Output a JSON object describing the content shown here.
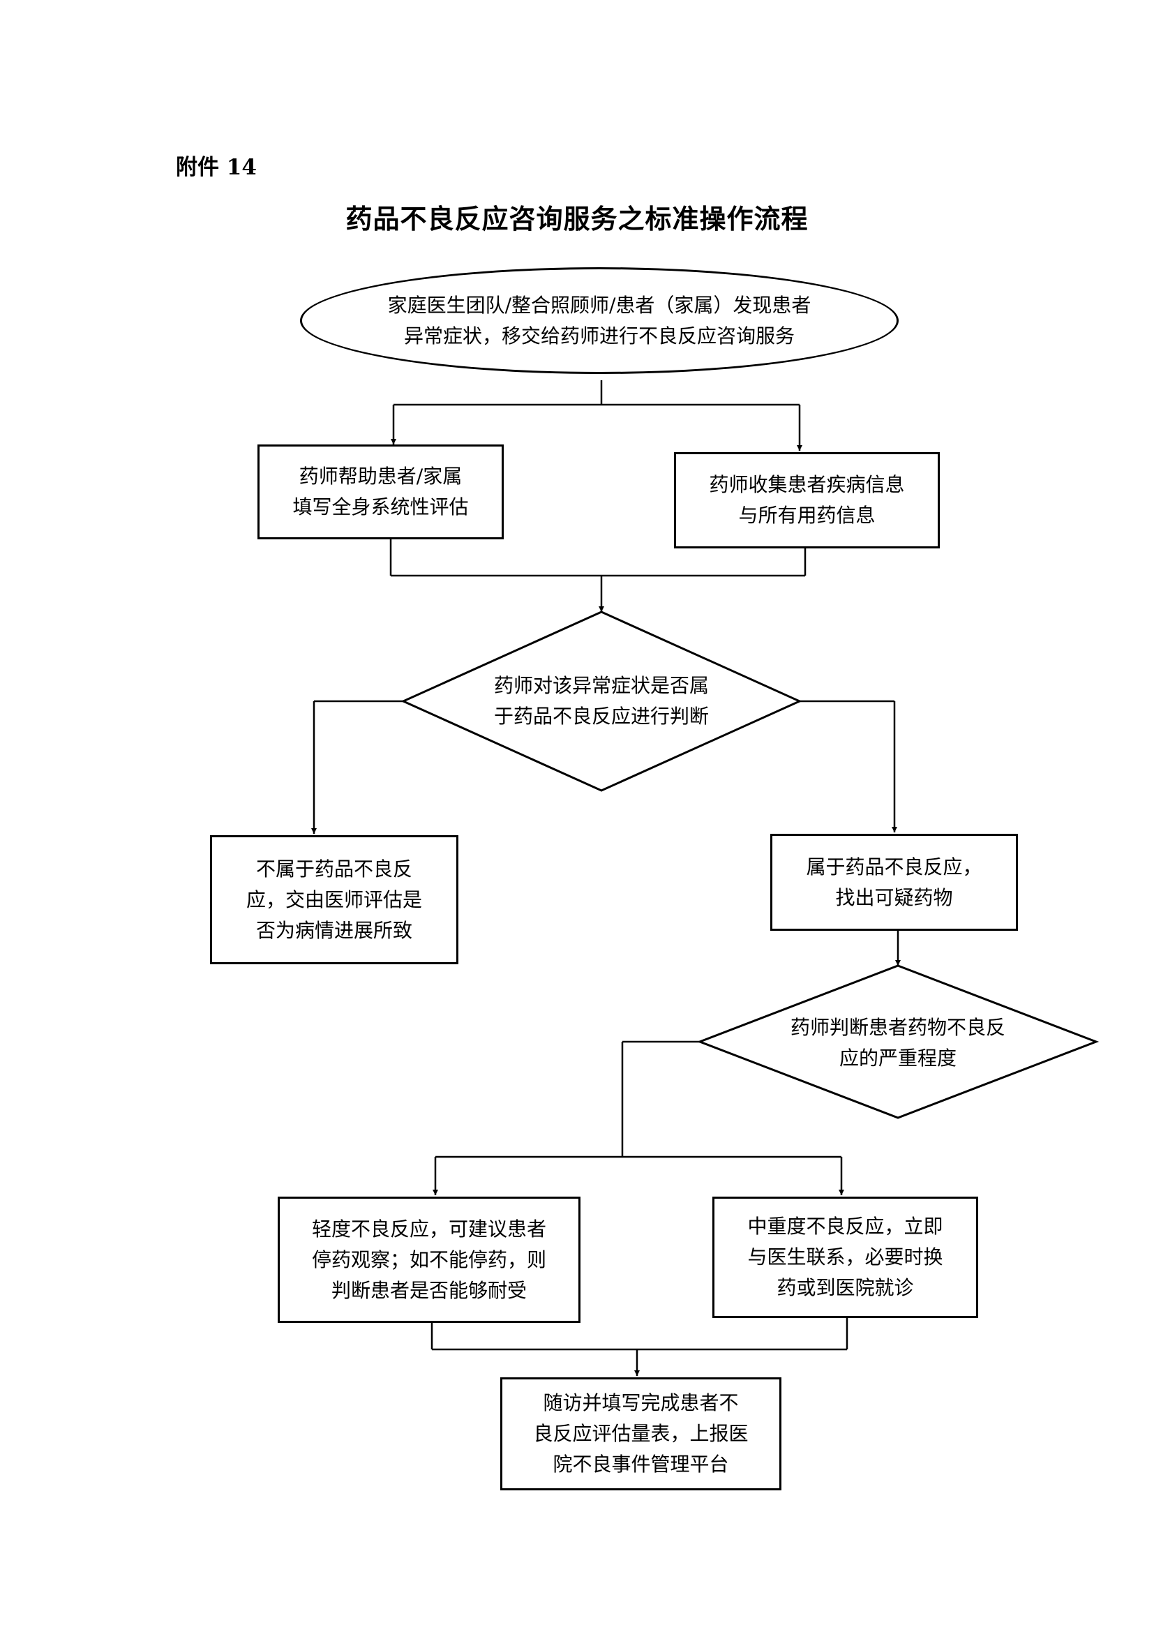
{
  "attachment_label": "附件 14",
  "title": "药品不良反应咨询服务之标准操作流程",
  "nodes": {
    "start": "家庭医生团队/整合照顾师/患者（家属）发现患者\n异常症状，移交给药师进行不良反应咨询服务",
    "assess": "药师帮助患者/家属\n填写全身系统性评估",
    "collect": "药师收集患者疾病信息\n与所有用药信息",
    "decide_adr": "药师对该异常症状是否属\n于药品不良反应进行判断",
    "not_adr": "不属于药品不良反\n应，交由医师评估是\n否为病情进展所致",
    "is_adr": "属于药品不良反应，\n找出可疑药物",
    "severity": "药师判断患者药物不良反\n应的严重程度",
    "mild": "轻度不良反应，可建议患者\n停药观察；如不能停药，则\n判断患者是否能够耐受",
    "severe": "中重度不良反应，立即\n与医生联系，必要时换\n药或到医院就诊",
    "followup": "随访并填写完成患者不\n良反应评估量表，上报医\n院不良事件管理平台"
  }
}
